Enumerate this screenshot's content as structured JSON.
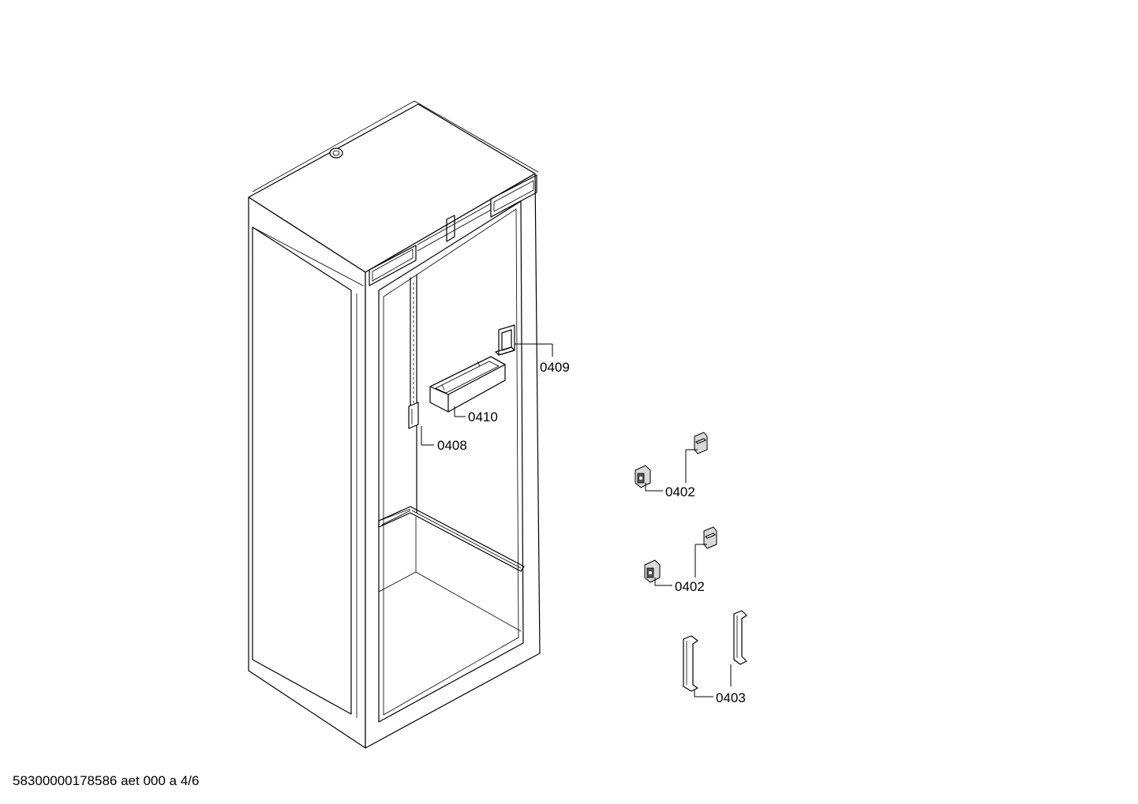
{
  "diagram": {
    "callouts": [
      {
        "id": "0409",
        "label": "0409"
      },
      {
        "id": "0410",
        "label": "0410"
      },
      {
        "id": "0408",
        "label": "0408"
      },
      {
        "id": "0402a",
        "label": "0402"
      },
      {
        "id": "0402b",
        "label": "0402"
      },
      {
        "id": "0403",
        "label": "0403"
      }
    ]
  },
  "footer": {
    "text": "58300000178586 aet 000 a 4/6"
  }
}
